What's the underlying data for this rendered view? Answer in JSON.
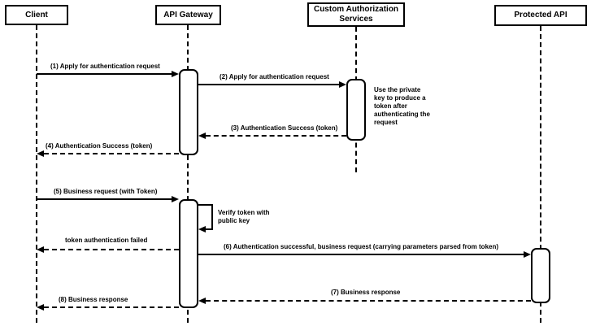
{
  "diagram": {
    "type": "uml-sequence",
    "topic": "API Gateway token authentication flow"
  },
  "colors": {
    "line": "#000000",
    "fill": "#ffffff",
    "background": "#ffffff"
  },
  "actors": [
    {
      "label": "Client"
    },
    {
      "label": "API Gateway"
    },
    {
      "label": "Custom Authorization Services"
    },
    {
      "label": "Protected API"
    }
  ],
  "messages": [
    {
      "label": "(1) Apply for authentication request",
      "from": "Client",
      "to": "API Gateway",
      "line": "solid"
    },
    {
      "label": "(2) Apply for authentication request",
      "from": "API Gateway",
      "to": "Custom Authorization Services",
      "line": "solid"
    },
    {
      "label": "(3) Authentication Success (token)",
      "from": "Custom Authorization Services",
      "to": "API Gateway",
      "line": "dashed"
    },
    {
      "label": "(4) Authentication Success (token)",
      "from": "API Gateway",
      "to": "Client",
      "line": "dashed"
    },
    {
      "label": "(5) Business request (with Token)",
      "from": "Client",
      "to": "API Gateway",
      "line": "solid"
    },
    {
      "label": "Verify token with public key",
      "from": "API Gateway",
      "to": "API Gateway",
      "line": "solid",
      "self": true
    },
    {
      "label": "token authentication failed",
      "from": "API Gateway",
      "to": "Client",
      "line": "dashed"
    },
    {
      "label": "(6) Authentication successful, business request (carrying parameters parsed from token)",
      "from": "API Gateway",
      "to": "Protected API",
      "line": "solid"
    },
    {
      "label": "(7) Business response",
      "from": "Protected API",
      "to": "API Gateway",
      "line": "dashed"
    },
    {
      "label": "(8) Business response",
      "from": "API Gateway",
      "to": "Client",
      "line": "dashed"
    }
  ],
  "note": {
    "text": "Use the private key to produce a token after authenticating the request",
    "attached_to": "Custom Authorization Services"
  }
}
